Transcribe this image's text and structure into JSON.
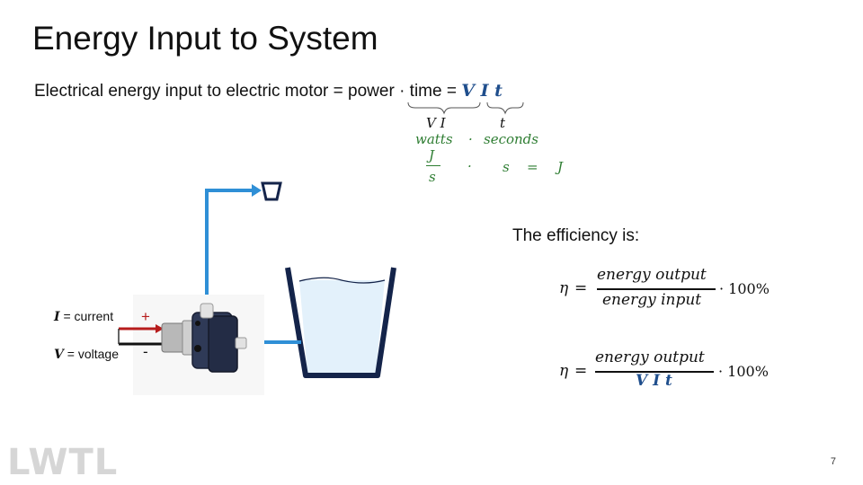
{
  "slide": {
    "title": "Energy Input to System",
    "page_number": "7"
  },
  "equation": {
    "lhs": "Electrical energy input to electric motor =",
    "power": "power",
    "dot": "·",
    "time": "time",
    "equals": "=",
    "rhs": "V I t",
    "power_under": "V I",
    "time_under": "t",
    "units_watts": "watts",
    "units_dot": "·",
    "units_seconds": "seconds",
    "frac_num": "J",
    "frac_den": "s",
    "final_dot": "·",
    "final_s": "s",
    "final_eq": "=",
    "final_J": "J"
  },
  "efficiency": {
    "label": "The efficiency is:",
    "eta": "η",
    "eq": "=",
    "numerator": "energy output",
    "denominator1": "energy input",
    "denominator2": "V I t",
    "times": "· 100%"
  },
  "diagram": {
    "current_symbol": "I",
    "current_label": "= current",
    "voltage_symbol": "V",
    "voltage_label": "= voltage",
    "plus": "+",
    "minus": "-"
  },
  "logo": {
    "text": "LWTL"
  },
  "colors": {
    "tube": "#2f8fd6",
    "beaker": "#14244a",
    "water": "#e3f1fb",
    "red_wire": "#b71c1c",
    "accent_blue": "#1f4e8c",
    "green": "#2e7d32"
  }
}
